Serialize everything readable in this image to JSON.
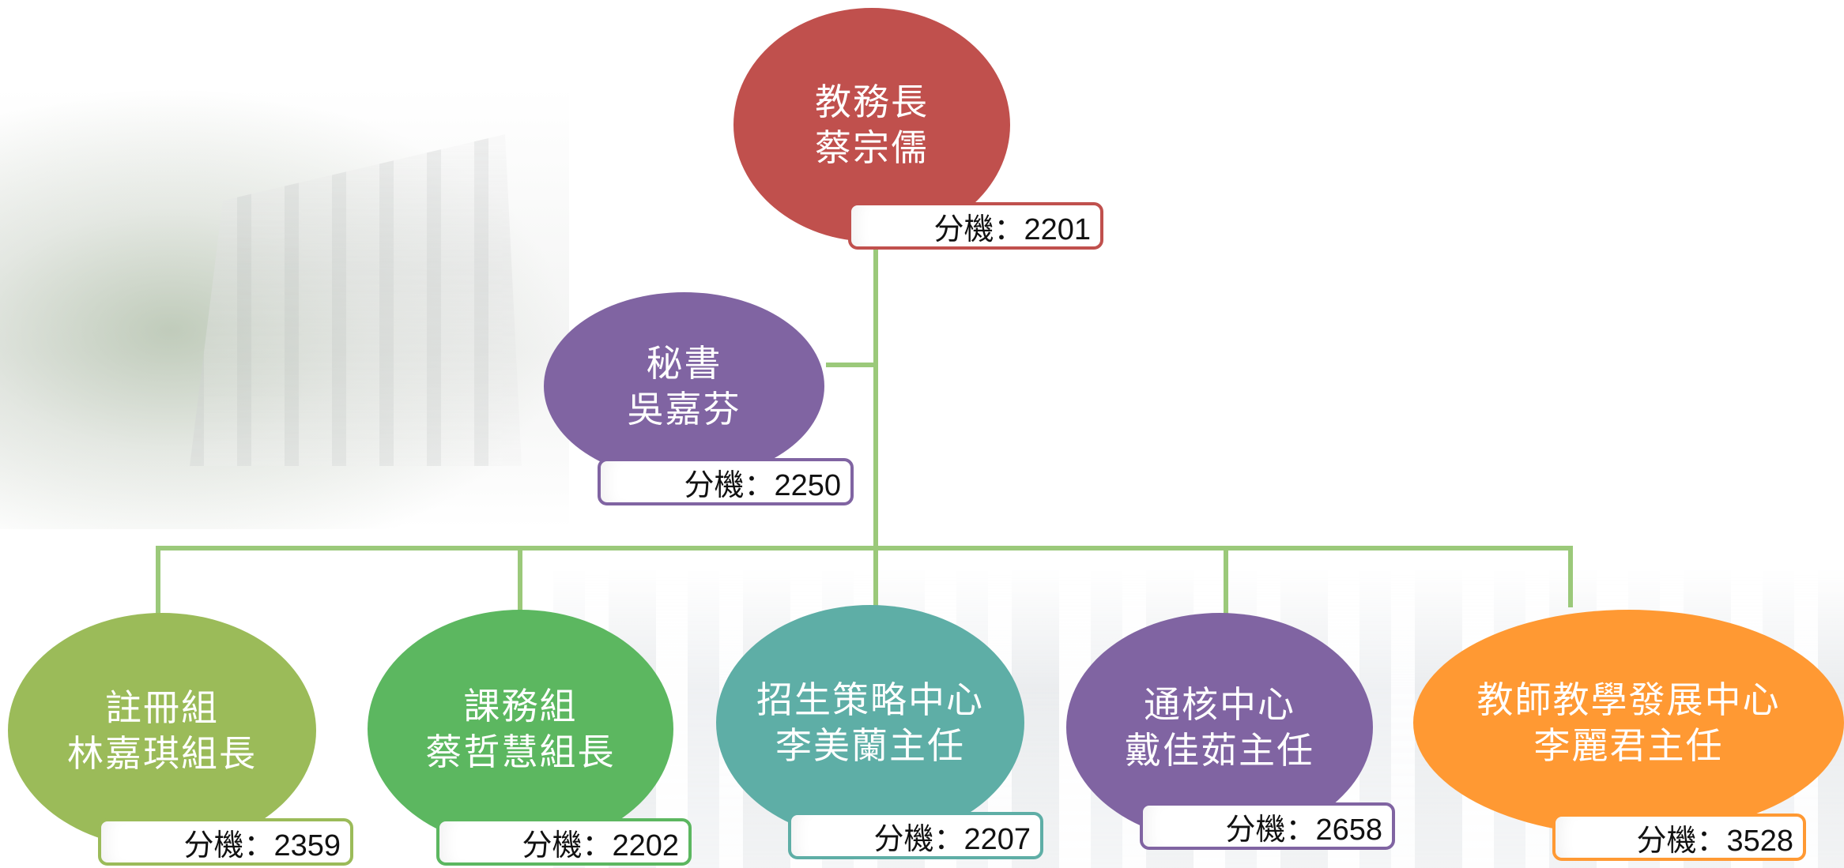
{
  "colors": {
    "connector": "#9bc97a",
    "head": "#c0504d",
    "secretary": "#8064a2",
    "registry": "#9bbb59",
    "curriculum": "#5cb760",
    "admissions": "#5eaea6",
    "general_ed": "#8064a2",
    "teacher_dev": "#ff9933"
  },
  "nodes": {
    "head": {
      "title": "教務長",
      "name": "蔡宗儒",
      "ext": "分機：2201"
    },
    "secretary": {
      "title": "秘書",
      "name": "吳嘉芬",
      "ext": "分機：2250"
    },
    "registry": {
      "title": "註冊組",
      "name": "林嘉琪組長",
      "ext": "分機：2359"
    },
    "curriculum": {
      "title": "課務組",
      "name": "蔡哲慧組長",
      "ext": "分機：2202"
    },
    "admissions": {
      "title": "招生策略中心",
      "name": "李美蘭主任",
      "ext": "分機：2207"
    },
    "general_ed": {
      "title": "通核中心",
      "name": "戴佳茹主任",
      "ext": "分機：2658"
    },
    "teacher_dev": {
      "title": "教師教學發展中心",
      "name": "李麗君主任",
      "ext": "分機：3528"
    }
  }
}
